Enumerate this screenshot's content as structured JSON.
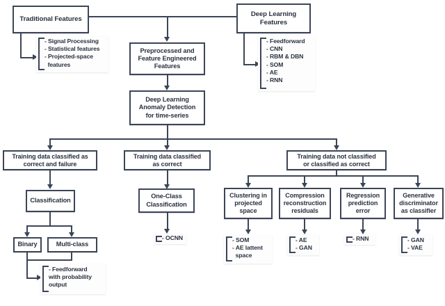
{
  "diagram": {
    "title": "Deep Learning Anomaly Detection for time-series taxonomy",
    "accent_color": "#3c4557",
    "text_color": "#29313f",
    "background": "#ffffff"
  },
  "nodes": {
    "traditional_features": "Traditional Features",
    "deep_learning_features": "Deep Learning Features",
    "preprocessed": "Preprocessed and Feature Engineered Features",
    "dl_anomaly": "Deep Learning Anomaly Detection for time-series",
    "train_correct_failure": "Training data classified as correct and failure",
    "train_correct": "Training data classified as correct",
    "train_not_classified": "Training data not classified or classified as correct",
    "classification": "Classification",
    "one_class": "One-Class Classification",
    "binary": "Binary",
    "multi_class": "Multi-class",
    "clustering": "Clustering in projected space",
    "compression": "Compression reconstruction residuals",
    "regression": "Regression prediction error",
    "generative": "Generative discriminator as classifier"
  },
  "node_lines": {
    "traditional_features": [
      "Traditional Features"
    ],
    "deep_learning_features": [
      "Deep Learning",
      "Features"
    ],
    "preprocessed": [
      "Preprocessed and",
      "Feature Engineered",
      "Features"
    ],
    "dl_anomaly": [
      "Deep Learning",
      "Anomaly Detection",
      "for time-series"
    ],
    "train_correct_failure": [
      "Training data classified as",
      "correct and failure"
    ],
    "train_correct": [
      "Training data classified",
      "as correct"
    ],
    "train_not_classified": [
      "Training data not classified",
      "or classified as correct"
    ],
    "classification": [
      "Classification"
    ],
    "one_class": [
      "One-Class",
      "Classification"
    ],
    "binary": [
      "Binary"
    ],
    "multi_class": [
      "Multi-class"
    ],
    "clustering": [
      "Clustering in",
      "projected",
      "space"
    ],
    "compression": [
      "Compression",
      "reconstruction",
      "residuals"
    ],
    "regression": [
      "Regression",
      "prediction",
      "error"
    ],
    "generative": [
      "Generative",
      "discriminator",
      "as classifier"
    ]
  },
  "lists": {
    "traditional_methods": [
      "- Signal Processing",
      "- Statistical features",
      "- Projected-space",
      "  features"
    ],
    "deep_learning_methods": [
      "- Feedforward",
      "- CNN",
      "- RBM & DBN",
      "- SOM",
      "- AE",
      "- RNN"
    ],
    "classification_methods": [
      "- Feedforward",
      "with probability",
      "output"
    ],
    "one_class_methods": [
      "- OCNN"
    ],
    "clustering_methods": [
      "- SOM",
      "- AE lattent",
      "  space"
    ],
    "compression_methods": [
      "- AE",
      "- GAN"
    ],
    "regression_methods": [
      "- RNN"
    ],
    "generative_methods": [
      "- GAN",
      "- VAE"
    ]
  }
}
